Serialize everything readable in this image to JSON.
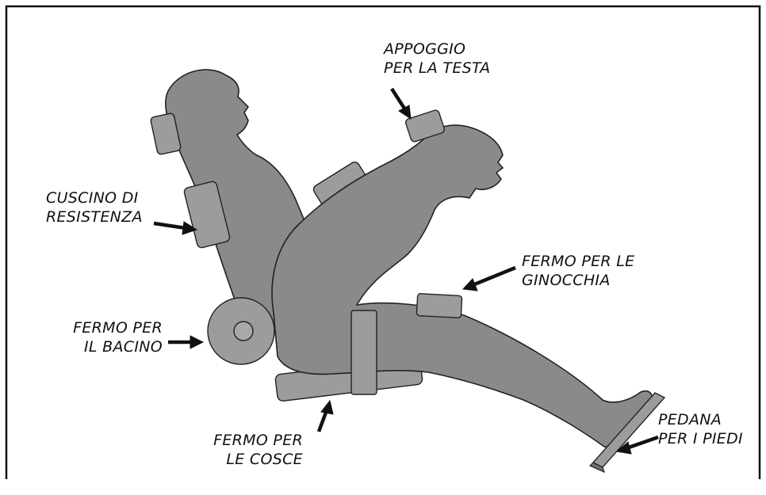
{
  "colors": {
    "body": "#8a8a8a",
    "pad": "#9c9c9c",
    "pad_light": "#a8a8a8",
    "outline": "#222222",
    "border": "#111111",
    "arrow": "#111111",
    "background": "#ffffff"
  },
  "labels": {
    "head_rest": {
      "line1": "APPOGGIO",
      "line2": "PER LA TESTA"
    },
    "resistance_cushion": {
      "line1": "CUSCINO DI",
      "line2": "RESISTENZA"
    },
    "knee_stop": {
      "line1": "FERMO PER LE",
      "line2": "GINOCCHIA"
    },
    "pelvis_stop": {
      "line1": "FERMO PER",
      "line2": "IL BACINO"
    },
    "thigh_stop": {
      "line1": "FERMO PER",
      "line2": "LE COSCE"
    },
    "foot_platform": {
      "line1": "PEDANA",
      "line2": "PER I PIEDI"
    }
  }
}
